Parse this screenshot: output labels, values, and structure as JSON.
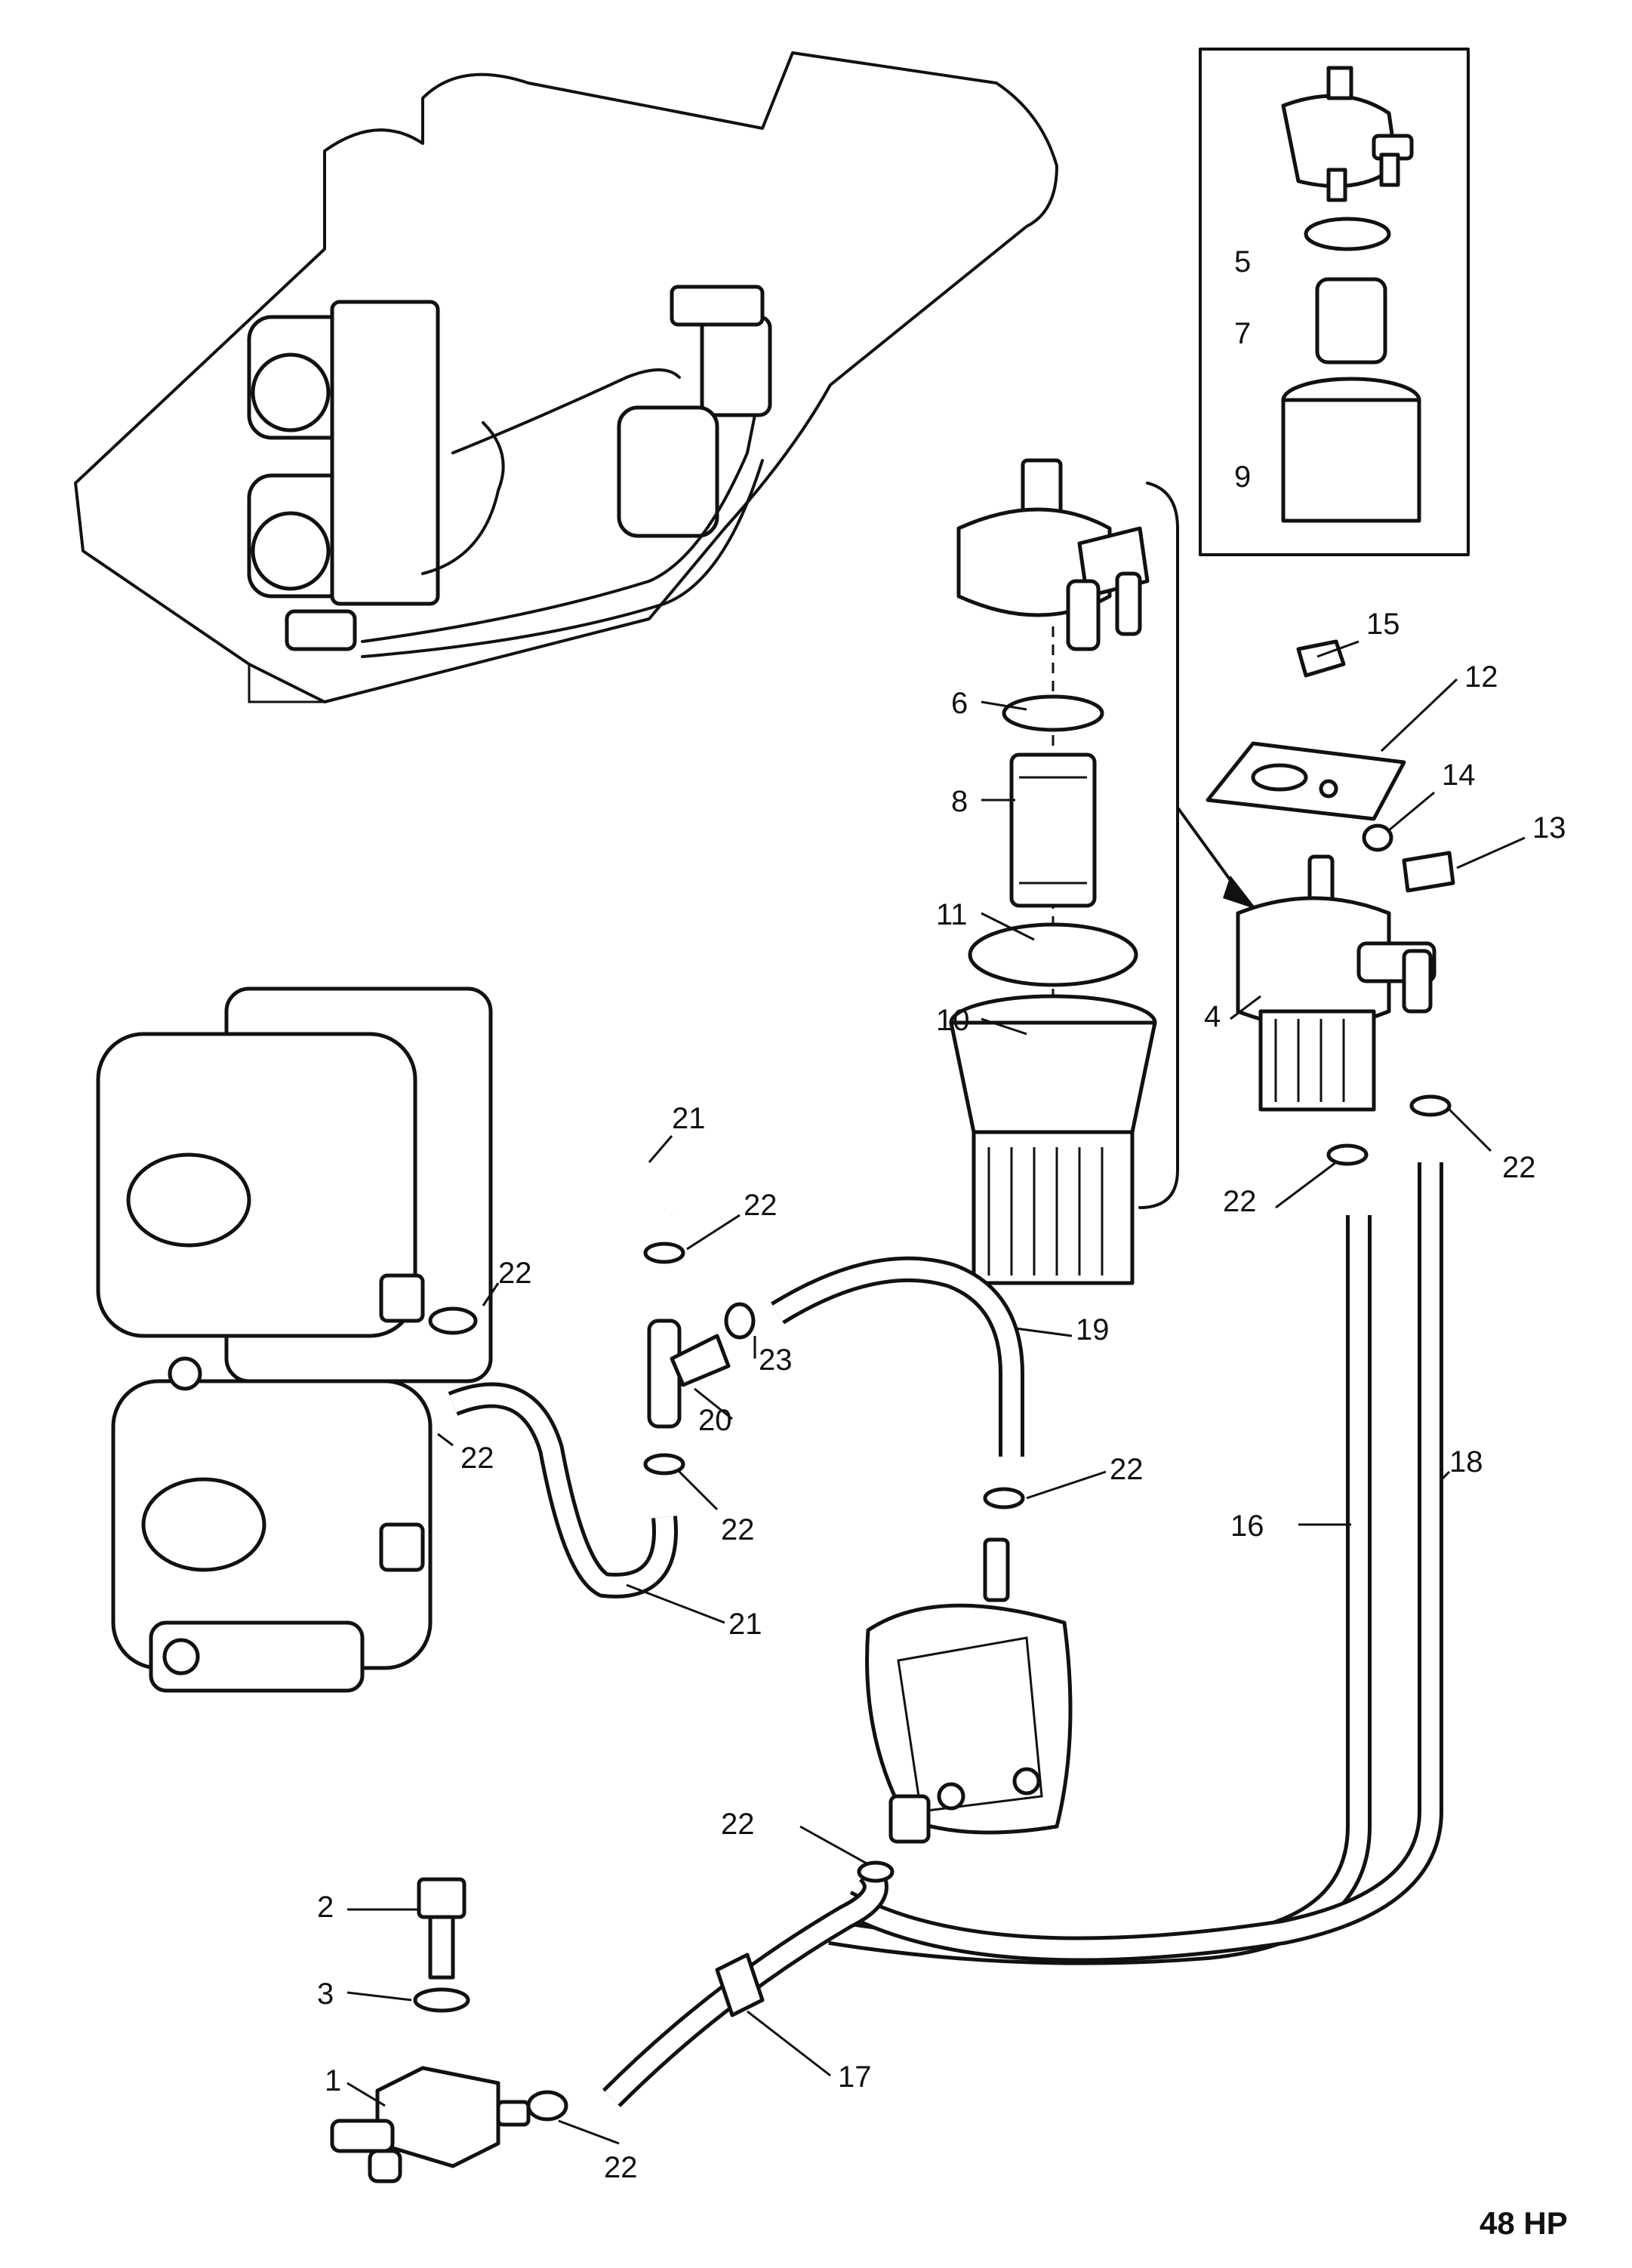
{
  "caption": "48 HP",
  "callouts": {
    "c1": "1",
    "c2": "2",
    "c3": "3",
    "c4": "4",
    "c5": "5",
    "c6": "6",
    "c7": "7",
    "c8": "8",
    "c9": "9",
    "c10": "10",
    "c11": "11",
    "c12": "12",
    "c13": "13",
    "c14": "14",
    "c15": "15",
    "c16": "16",
    "c17": "17",
    "c18": "18",
    "c19": "19",
    "c20": "20",
    "c21a": "21",
    "c21b": "21",
    "c22a": "22",
    "c22b": "22",
    "c22c": "22",
    "c22d": "22",
    "c22e": "22",
    "c22f": "22",
    "c22g": "22",
    "c22h": "22",
    "c22i": "22",
    "c23": "23"
  }
}
